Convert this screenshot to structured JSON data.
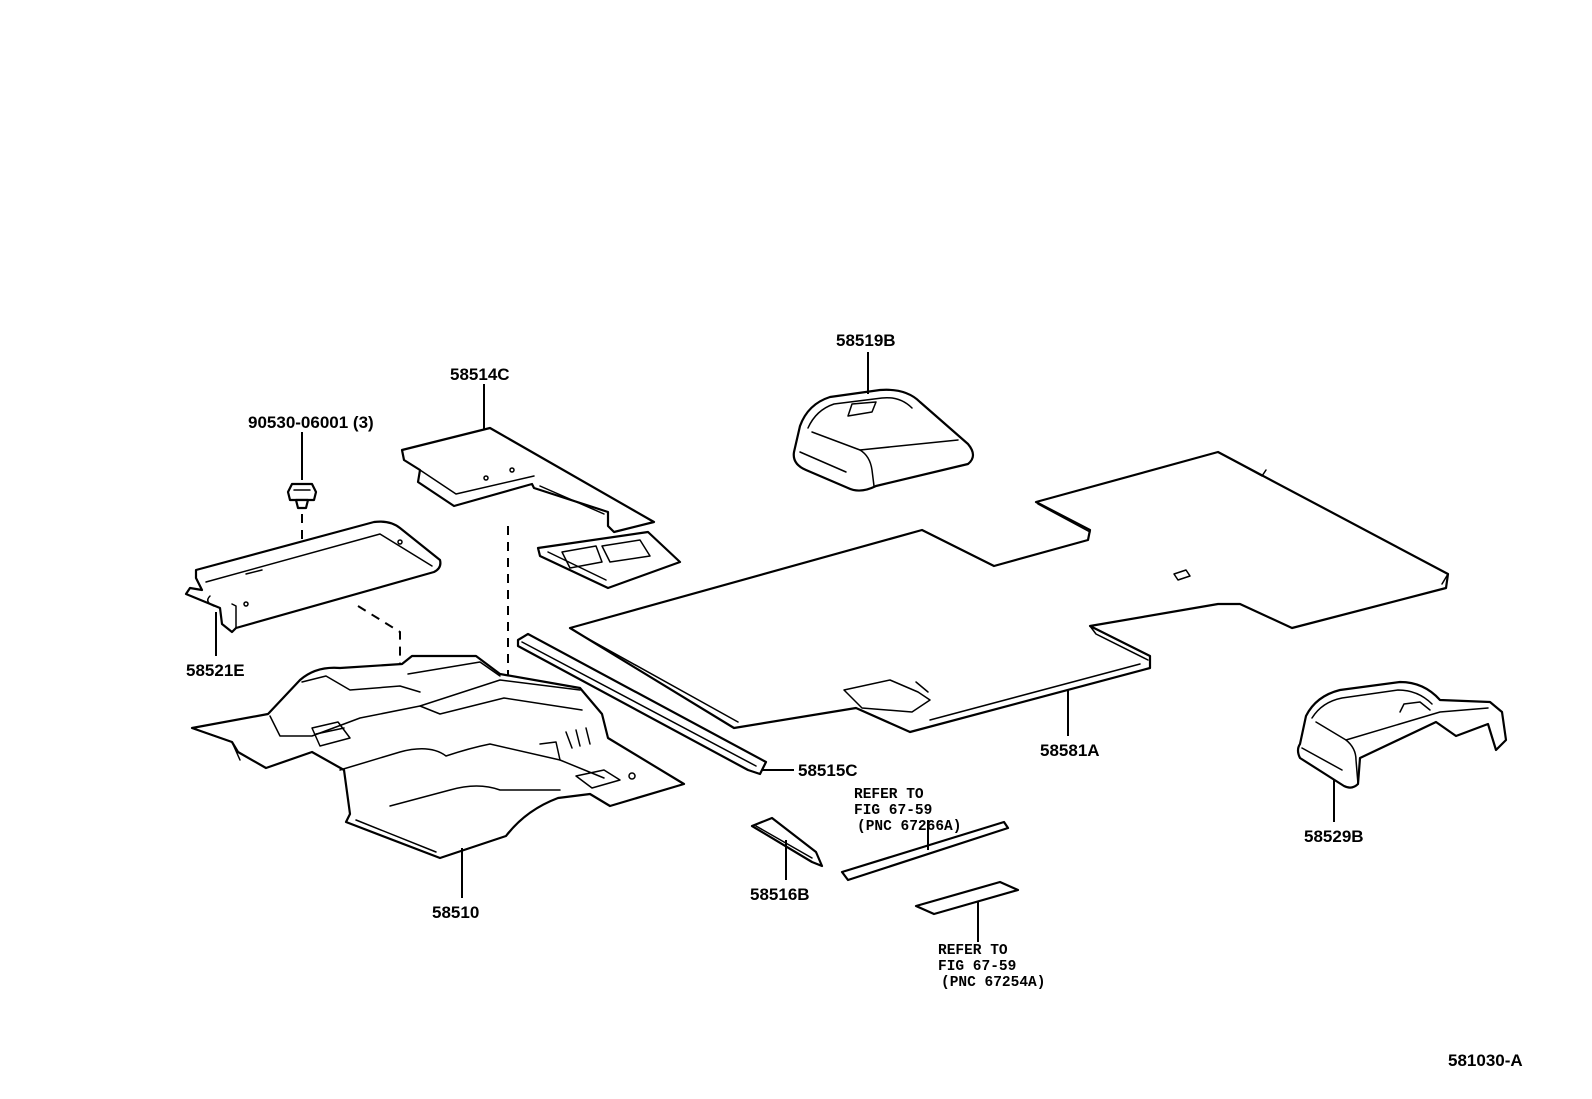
{
  "diagram_id": "581030-A",
  "parts": {
    "p58519B": "58519B",
    "p58514C": "58514C",
    "p90530": "90530-06001 (3)",
    "p58521E": "58521E",
    "p58510": "58510",
    "p58515C": "58515C",
    "p58581A": "58581A",
    "p58529B": "58529B",
    "p58516B": "58516B"
  },
  "notes": {
    "ref1": {
      "line1": "REFER TO",
      "line2": "FIG 67-59",
      "line3": "(PNC 67266A)"
    },
    "ref2": {
      "line1": "REFER TO",
      "line2": "FIG 67-59",
      "line3": "(PNC 67254A)"
    }
  }
}
